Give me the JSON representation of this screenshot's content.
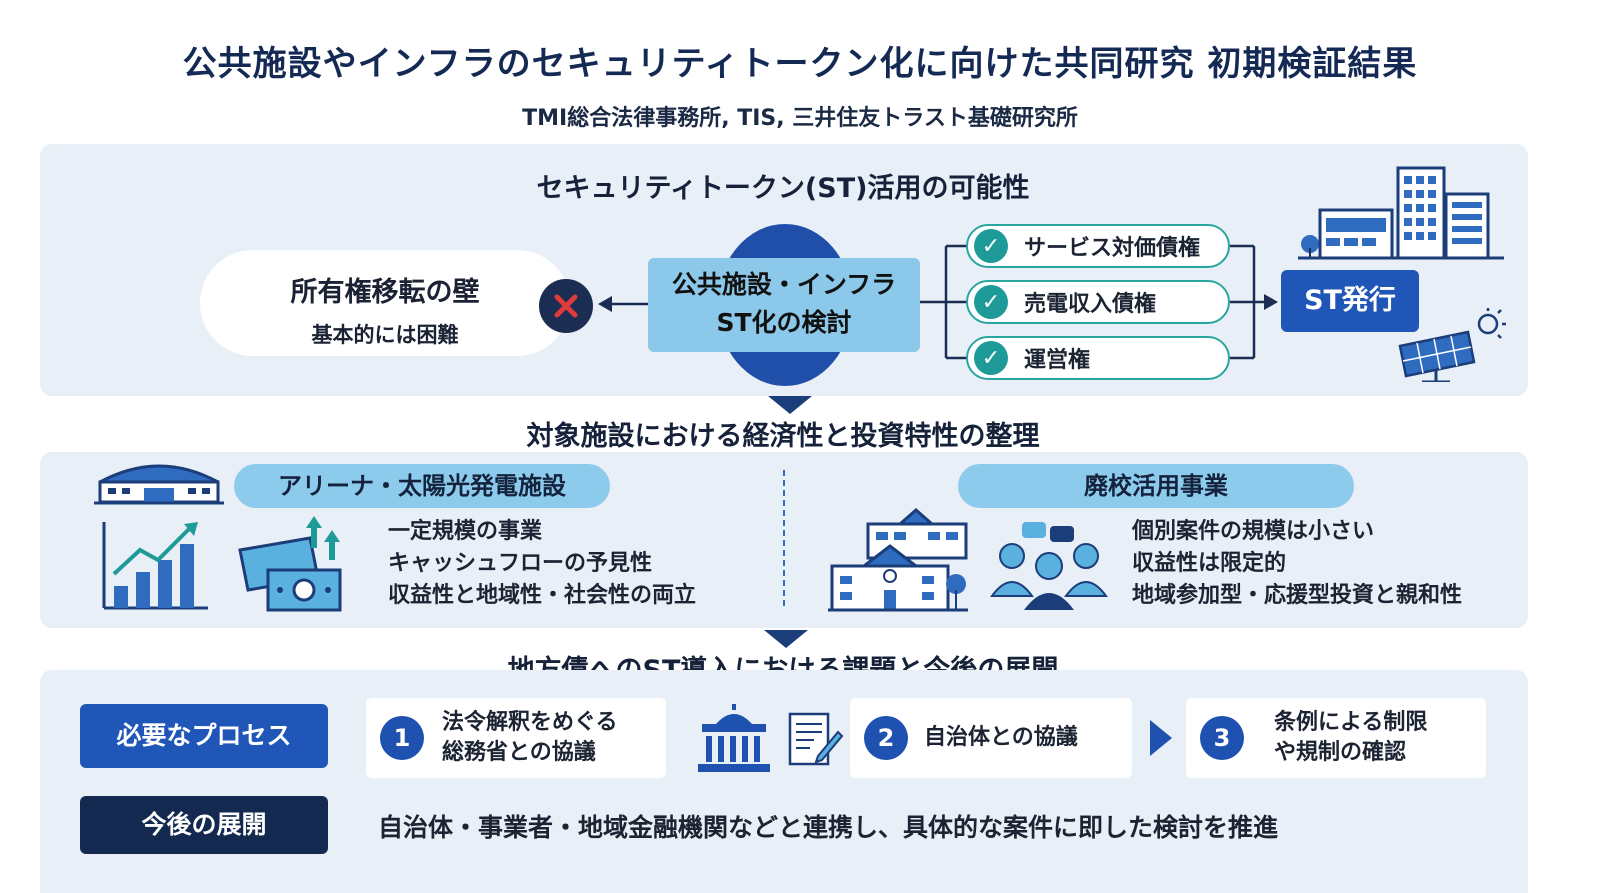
{
  "header": {
    "title": "公共施設やインフラのセキュリティトークン化に向けた共同研究 初期検証結果",
    "subtitle": "TMI総合法律事務所, TIS, 三井住友トラスト基礎研究所"
  },
  "section1": {
    "title": "セキュリティトークン(ST)活用の可能性",
    "barrier_title": "所有権移転の壁",
    "barrier_note": "基本的には困難",
    "center_line1": "公共施設・インフラ",
    "center_line2": "ST化の検討",
    "options": [
      "サービス対価債権",
      "売電収入債権",
      "運営権"
    ],
    "result": "ST発行",
    "colors": {
      "accent": "#1f56b8",
      "teal": "#2aa5a0",
      "light_blue": "#8cc8ea",
      "cross": "#e03b3b"
    }
  },
  "section2": {
    "title": "対象施設における経済性と投資特性の整理",
    "left": {
      "category": "アリーナ・太陽光発電施設",
      "points": [
        "一定規模の事業",
        "キャッシュフローの予見性",
        "収益性と地域性・社会性の両立"
      ]
    },
    "right": {
      "category": "廃校活用事業",
      "points": [
        "個別案件の規模は小さい",
        "収益性は限定的",
        "地域参加型・応援型投資と親和性"
      ]
    }
  },
  "section3": {
    "title": "地方債へのST導入における課題と今後の展開",
    "process_label": "必要なプロセス",
    "steps": [
      {
        "num": "1",
        "text": "法令解釈をめぐる\n総務省との協議"
      },
      {
        "num": "2",
        "text": "自治体との協議"
      },
      {
        "num": "3",
        "text": "条例による制限\nや規制の確認"
      }
    ],
    "future_label": "今後の展開",
    "future_text": "自治体・事業者・地域金融機関などと連携し、具体的な案件に即した検討を推進"
  }
}
